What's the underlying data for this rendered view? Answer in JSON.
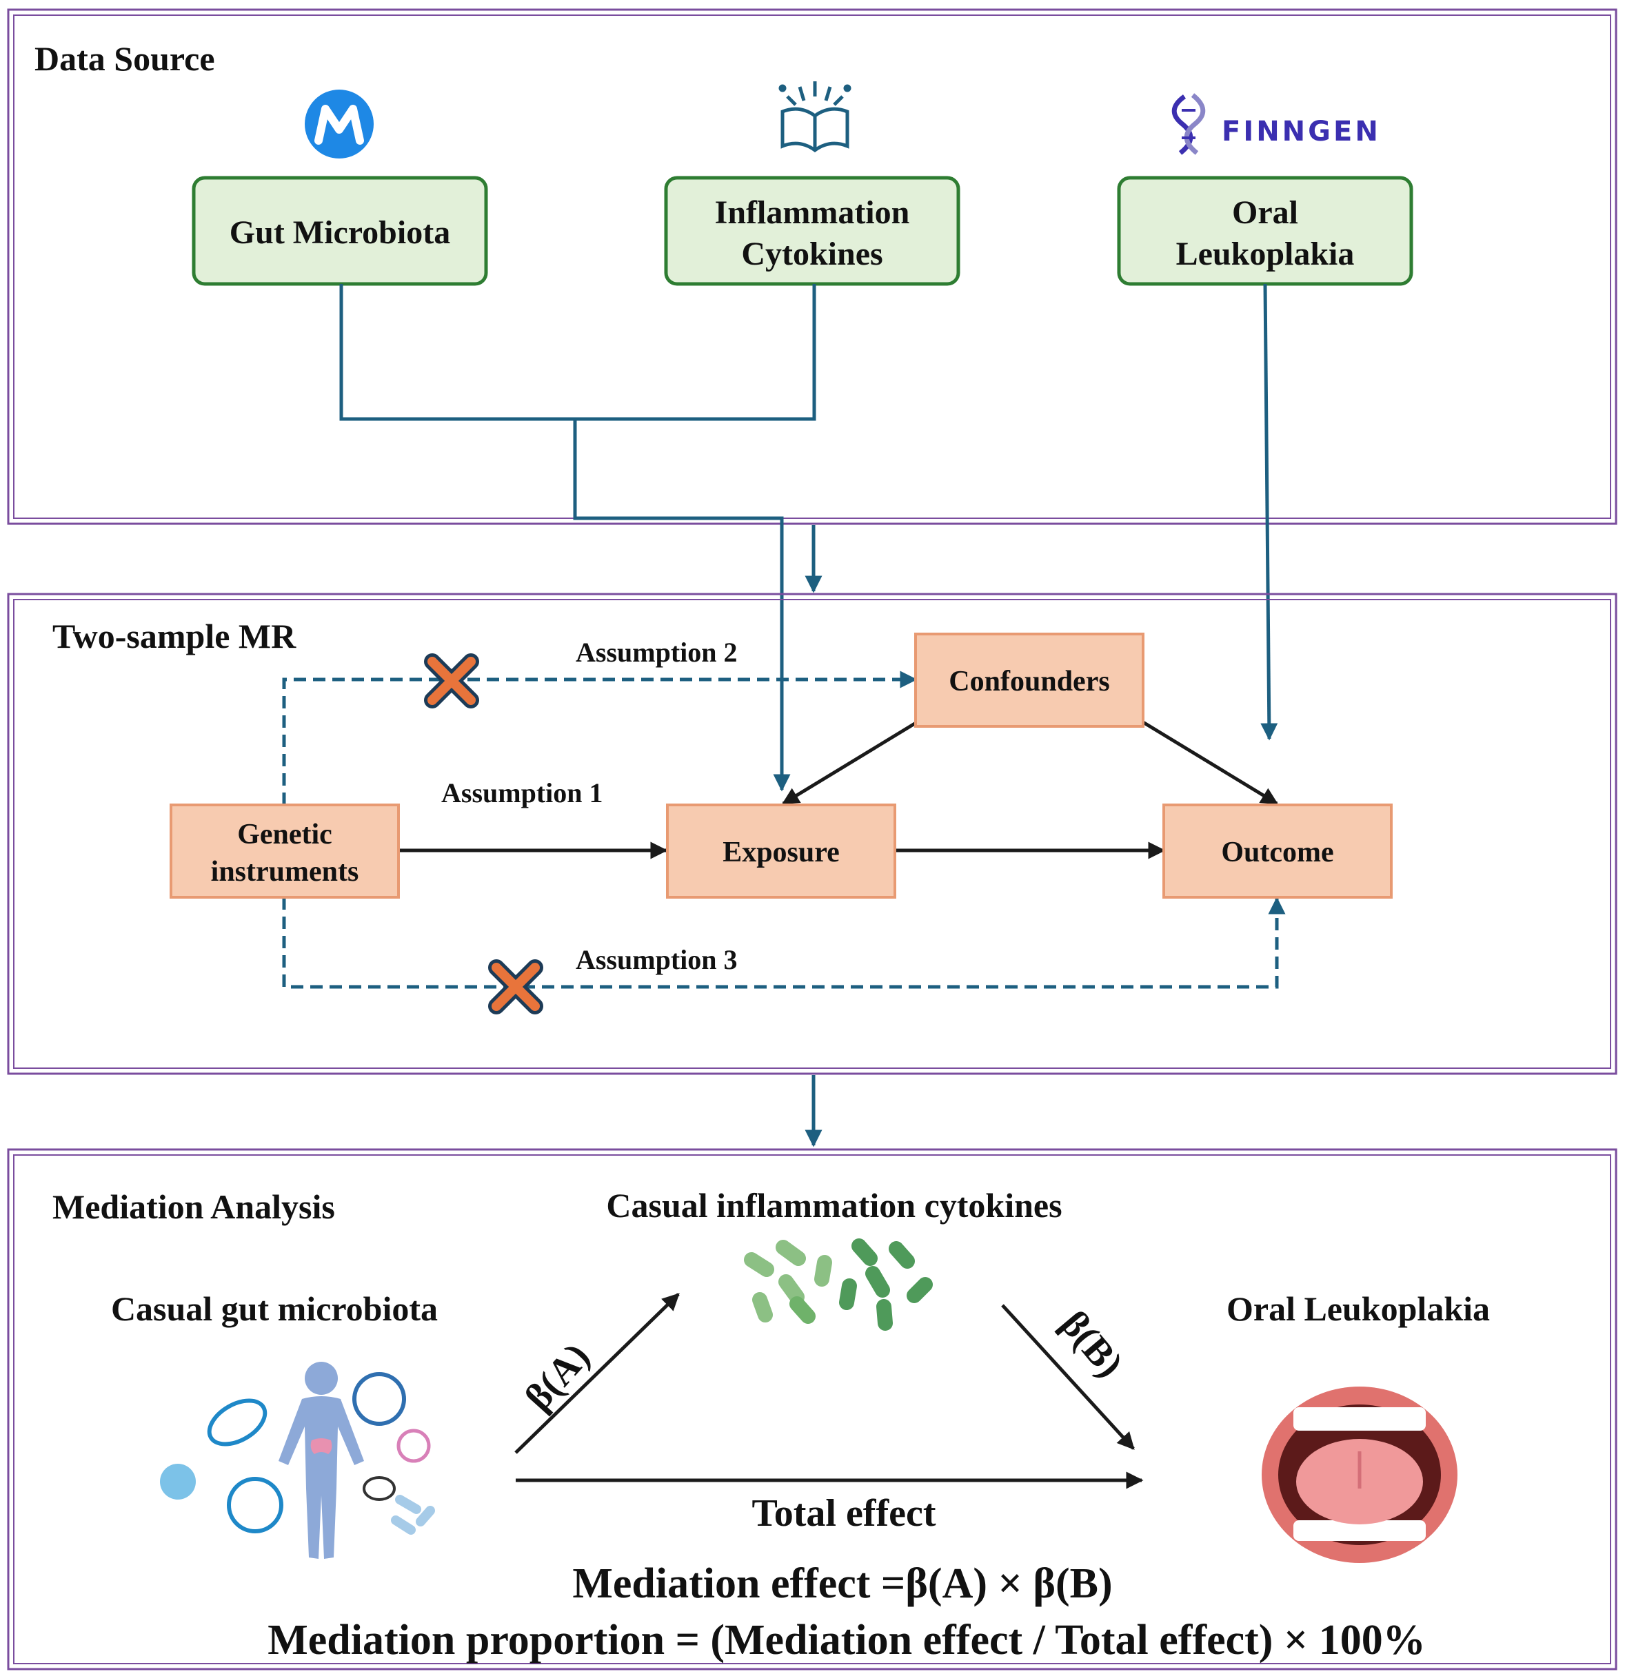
{
  "data_source": {
    "title": "Data Source",
    "sources": [
      {
        "label_lines": [
          "Gut Microbiota"
        ],
        "logo": "mibiogen-m-logo"
      },
      {
        "label_lines": [
          "Inflammation",
          "Cytokines"
        ],
        "logo": "open-book-icon"
      },
      {
        "label_lines": [
          "Oral",
          "Leukoplakia"
        ],
        "logo": "finngen-logo",
        "logo_text": "FINNGEN"
      }
    ]
  },
  "two_sample_mr": {
    "title": "Two-sample MR",
    "nodes": {
      "genetic": [
        "Genetic",
        "instruments"
      ],
      "exposure": "Exposure",
      "outcome": "Outcome",
      "confounders": "Confounders"
    },
    "assumptions": {
      "a1": "Assumption 1",
      "a2": "Assumption 2",
      "a3": "Assumption 3"
    }
  },
  "mediation": {
    "title": "Mediation Analysis",
    "mediator": "Casual inflammation cytokines",
    "exposure": "Casual gut microbiota",
    "outcome": "Oral Leukoplakia",
    "beta_a": "β(A)",
    "beta_b": "β(B)",
    "total_effect": "Total effect",
    "formula_effect": "Mediation effect =β(A) × β(B)",
    "formula_proportion": "Mediation proportion = (Mediation effect / Total effect) × 100%"
  },
  "colors": {
    "panel_border": "#7a4d9e",
    "source_fill": "#e2f0d9",
    "source_border": "#2e7d32",
    "mr_fill": "#f7cbb0",
    "mr_border": "#e89a72",
    "connector": "#1d5f80",
    "cross": "#e8743b"
  }
}
